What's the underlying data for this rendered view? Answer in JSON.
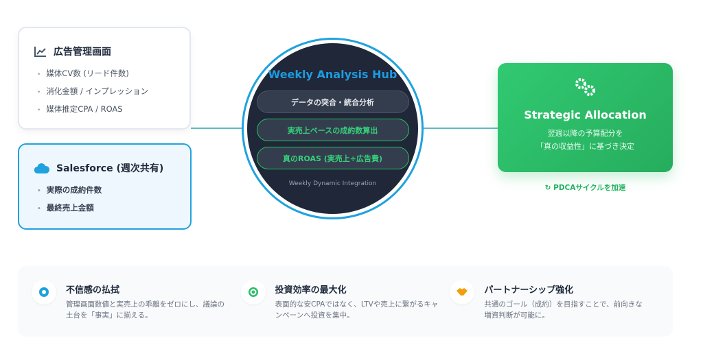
{
  "ad_card": {
    "title": "広告管理画面",
    "icon": "chart-line-icon",
    "items": [
      "媒体CV数 (リード件数)",
      "消化金額 / インプレッション",
      "媒体推定CPA / ROAS"
    ]
  },
  "sf_card": {
    "title": "Salesforce (週次共有)",
    "icon": "cloud-icon",
    "items": [
      "実際の成約件数",
      "最終売上金額"
    ]
  },
  "hub": {
    "title": "Weekly Analysis Hub",
    "steps": [
      "データの突合・統合分析",
      "実売上ベースの成約数算出",
      "真のROAS (実売上÷広告費)"
    ],
    "footer": "Weekly Dynamic Integration"
  },
  "strategy": {
    "icon": "gears-icon",
    "title": "Strategic Allocation",
    "line1": "翌週以降の予算配分を",
    "line2": "「真の収益性」に基づき決定",
    "pdca": "PDCAサイクルを加速"
  },
  "features": [
    {
      "title": "不信感の払拭",
      "desc": "管理画面数値と実売上の乖離をゼロにし、議論の土台を「事実」に揃える。",
      "icon": "eye-icon"
    },
    {
      "title": "投資効率の最大化",
      "desc": "表面的な安CPAではなく、LTVや売上に繋がるキャンペーンへ投資を集中。",
      "icon": "target-icon"
    },
    {
      "title": "パートナーシップ強化",
      "desc": "共通のゴール（成約）を目指すことで、前向きな増資判断が可能に。",
      "icon": "handshake-icon"
    }
  ],
  "colors": {
    "blue": "#1fa2dd",
    "green": "#2bbd67",
    "navy": "#1f2739"
  }
}
